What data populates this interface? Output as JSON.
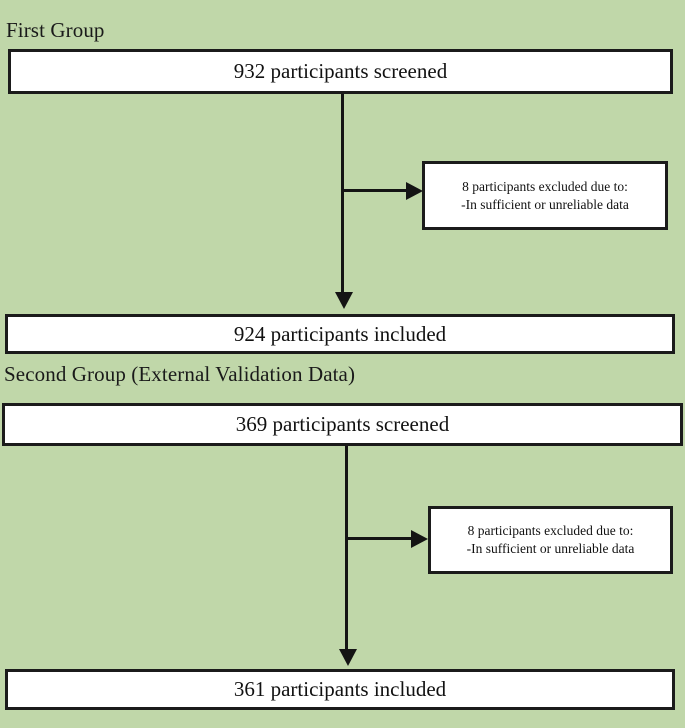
{
  "figure": {
    "type": "flowchart",
    "background_color": "#c0d7a9",
    "box_fill_color": "#ffffff",
    "line_color": "#141414"
  },
  "groups": [
    {
      "label": "First Group",
      "screened": {
        "text": "932 participants screened",
        "count": 932
      },
      "excluded": {
        "line1": "8 participants excluded due to:",
        "line2": "-In sufficient or unreliable data",
        "count": 8
      },
      "included": {
        "text": "924 participants included",
        "count": 924
      }
    },
    {
      "label": "Second Group (External Validation Data)",
      "screened": {
        "text": "369 participants screened",
        "count": 369
      },
      "excluded": {
        "line1": "8 participants excluded due to:",
        "line2": "-In sufficient or unreliable data",
        "count": 8
      },
      "included": {
        "text": "361 participants included",
        "count": 361
      }
    }
  ]
}
